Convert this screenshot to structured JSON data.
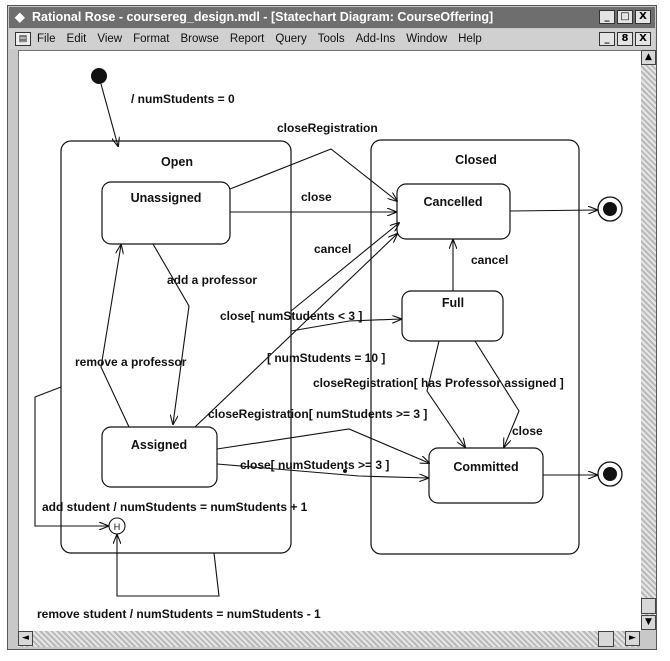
{
  "window": {
    "title": "Rational Rose - coursereg_design.mdl - [Statechart Diagram: CourseOffering]",
    "controls": [
      "_",
      "□",
      "X"
    ],
    "mdi_controls": [
      "_",
      "8",
      "X"
    ]
  },
  "menu": {
    "items": [
      "File",
      "Edit",
      "View",
      "Format",
      "Browse",
      "Report",
      "Query",
      "Tools",
      "Add-Ins",
      "Window",
      "Help"
    ]
  },
  "diagram": {
    "composites": {
      "open": "Open",
      "closed": "Closed"
    },
    "states": {
      "unassigned": "Unassigned",
      "assigned": "Assigned",
      "cancelled": "Cancelled",
      "full": "Full",
      "committed": "Committed"
    },
    "history": "H",
    "transitions": {
      "initial": "/ numStudents = 0",
      "close_registration_top": "closeRegistration",
      "close_top": "close",
      "cancel_mid": "cancel",
      "cancel_full": "cancel",
      "add_professor": "add a professor",
      "remove_professor": "remove a professor",
      "close_lt3": "close[ numStudents < 3 ]",
      "num_students_10": "[ numStudents = 10 ]",
      "close_reg_has_prof": "closeRegistration[ has Professor assigned ]",
      "close_full": "close",
      "close_reg_ge3": "closeRegistration[ numStudents >= 3 ]",
      "close_ge3": "close[ numStudents >= 3 ]",
      "add_student": "add student / numStudents = numStudents + 1",
      "remove_student": "remove student / numStudents = numStudents - 1"
    }
  },
  "scrollbars": {
    "up": "▲",
    "down": "▼",
    "left": "◄",
    "right": "►"
  },
  "colors": {
    "titlebar": "#6e6e6e",
    "canvas": "#ffffff",
    "chrome": "#c8c8c8"
  }
}
